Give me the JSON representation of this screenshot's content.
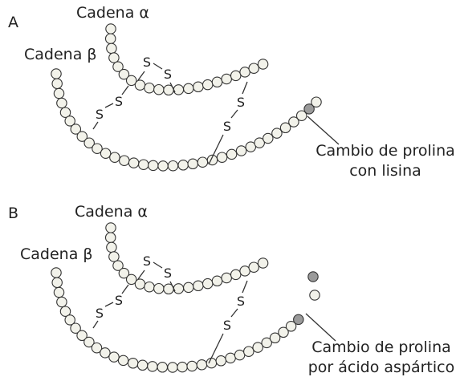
{
  "panels": [
    {
      "id": "A",
      "label": "A",
      "alpha_label": "Cadena α",
      "beta_label": "Cadena β",
      "disulfide": "S",
      "note_lines": [
        "Cambio de prolina",
        "con lisina"
      ],
      "mutation": "prolina → lisina",
      "colors": {
        "bead": "#f2f2ea",
        "mutant_bead": "#9a9a9a",
        "stroke": "#333333"
      }
    },
    {
      "id": "B",
      "label": "B",
      "alpha_label": "Cadena α",
      "beta_label": "Cadena β",
      "disulfide": "S",
      "note_lines": [
        "Cambio de prolina",
        "por ácido aspártico"
      ],
      "mutation": "prolina → ácido aspártico",
      "colors": {
        "bead": "#f2f2ea",
        "mutant_bead": "#9a9a9a",
        "stroke": "#333333"
      }
    }
  ]
}
